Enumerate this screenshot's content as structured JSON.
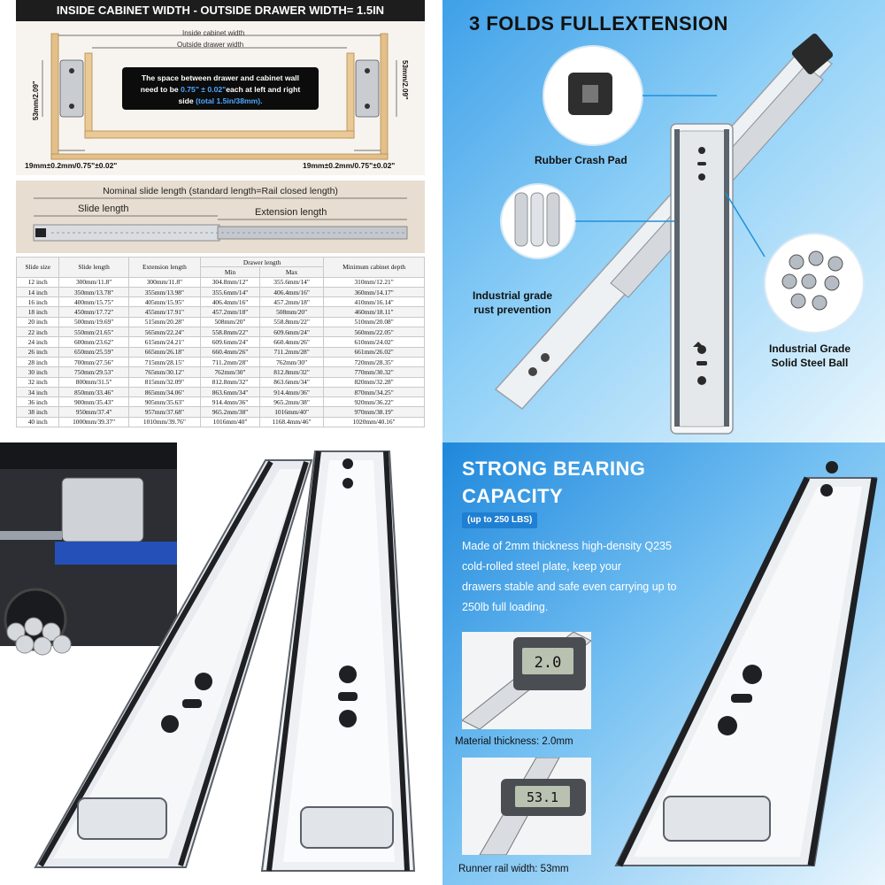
{
  "panel1": {
    "header": "INSIDE CABINET WIDTH - OUTSIDE DRAWER WIDTH= 1.5IN",
    "inside_cabinet_width": "Inside cabinet width",
    "outside_drawer_width": "Outside drawer width",
    "callout_line1": "The space between drawer and cabinet wall",
    "callout_line2_pre": "need to be ",
    "callout_gap": "0.75\" ± 0.02\"",
    "callout_line2_post": "each at left and right",
    "callout_line3_pre": "side ",
    "callout_total": "(total 1.5in/38mm).",
    "height_left": "53mm/2.09\"",
    "height_right": "53mm/2.09\"",
    "gap_left": "19mm±0.2mm/0.75\"±0.02\"",
    "gap_right": "19mm±0.2mm/0.75\"±0.02\"",
    "nominal_slide_length": "Nominal slide length (standard length=Rail closed length)",
    "slide_length": "Slide length",
    "extension_length": "Extension length",
    "table": {
      "headers": {
        "size": "Slide size",
        "slide_length": "Slide length",
        "extension_length": "Extension length",
        "drawer_length": "Drawer length",
        "min": "Min",
        "max": "Max",
        "min_cabinet_depth": "Minimum cabinet depth"
      },
      "rows": [
        [
          "12 inch",
          "300mm/11.8\"",
          "300mm/11.8\"",
          "304.8mm/12\"",
          "355.6mm/14\"",
          "310mm/12.21\""
        ],
        [
          "14 inch",
          "350mm/13.78\"",
          "355mm/13.98\"",
          "355.6mm/14\"",
          "406.4mm/16\"",
          "360mm/14.17\""
        ],
        [
          "16 inch",
          "400mm/15.75\"",
          "405mm/15.95\"",
          "406.4mm/16\"",
          "457.2mm/18\"",
          "410mm/16.14\""
        ],
        [
          "18 inch",
          "450mm/17.72\"",
          "455mm/17.91\"",
          "457.2mm/18\"",
          "508mm/20\"",
          "460mm/18.11\""
        ],
        [
          "20 inch",
          "500mm/19.69\"",
          "515mm/20.28\"",
          "508mm/20\"",
          "558.8mm/22\"",
          "510mm/20.08\""
        ],
        [
          "22 inch",
          "550mm/21.65\"",
          "565mm/22.24\"",
          "558.8mm/22\"",
          "609.6mm/24\"",
          "560mm/22.05\""
        ],
        [
          "24 inch",
          "600mm/23.62\"",
          "615mm/24.21\"",
          "609.6mm/24\"",
          "660.4mm/26\"",
          "610mm/24.02\""
        ],
        [
          "26 inch",
          "650mm/25.59\"",
          "665mm/26.18\"",
          "660.4mm/26\"",
          "711.2mm/28\"",
          "661mm/26.02\""
        ],
        [
          "28 inch",
          "700mm/27.56\"",
          "715mm/28.15\"",
          "711.2mm/28\"",
          "762mm/30\"",
          "720mm/28.35\""
        ],
        [
          "30 inch",
          "750mm/29.53\"",
          "765mm/30.12\"",
          "762mm/30\"",
          "812.8mm/32\"",
          "770mm/30.32\""
        ],
        [
          "32 inch",
          "800mm/31.5\"",
          "815mm/32.09\"",
          "812.8mm/32\"",
          "863.6mm/34\"",
          "820mm/32.28\""
        ],
        [
          "34 inch",
          "850mm/33.46\"",
          "865mm/34.06\"",
          "863.6mm/34\"",
          "914.4mm/36\"",
          "870mm/34.25\""
        ],
        [
          "36 inch",
          "900mm/35.43\"",
          "905mm/35.63\"",
          "914.4mm/36\"",
          "965.2mm/38\"",
          "920mm/36.22\""
        ],
        [
          "38 inch",
          "950mm/37.4\"",
          "957mm/37.68\"",
          "965.2mm/38\"",
          "1016mm/40\"",
          "970mm/38.19\""
        ],
        [
          "40 inch",
          "1000mm/39.37\"",
          "1010mm/39.76\"",
          "1016mm/40\"",
          "1168.4mm/46\"",
          "1020mm/40.16\""
        ]
      ]
    }
  },
  "panel2": {
    "title": "3 FOLDS FULLEXTENSION",
    "label_rubber": "Rubber Crash Pad",
    "label_rust_line1": "Industrial grade",
    "label_rust_line2": "rust prevention",
    "label_ball_line1": "Industrial Grade",
    "label_ball_line2": "Solid Steel Ball"
  },
  "panel4": {
    "title_line1": "STRONG BEARING",
    "title_line2": "CAPACITY",
    "badge": "(up to 250 LBS)",
    "desc_line1": "Made of 2mm thickness high-density Q235",
    "desc_line2": "cold-rolled steel plate, keep your",
    "desc_line3": "drawers stable and safe even carrying up to",
    "desc_line4": "250lb full loading.",
    "caliper1_reading": "2.0",
    "caliper2_reading": "53.1",
    "caption_thickness": "Material thickness: 2.0mm",
    "caption_rail": "Runner rail width: 53mm"
  }
}
